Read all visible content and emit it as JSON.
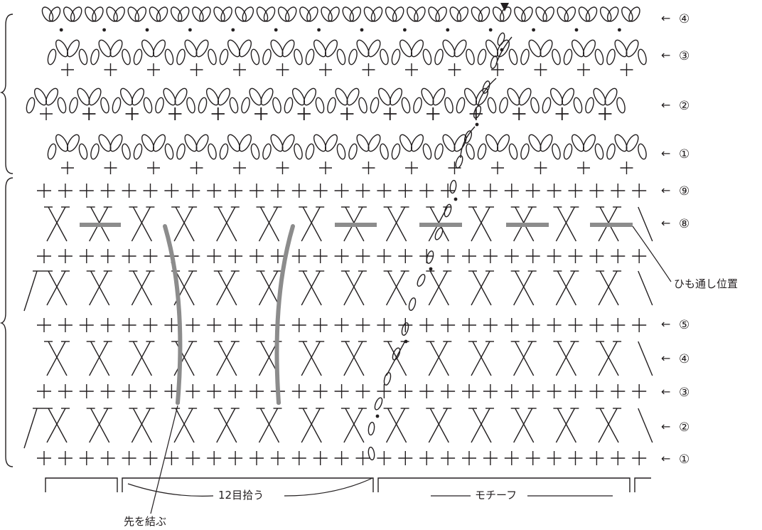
{
  "row_labels": {
    "top": [
      {
        "arrow": "←",
        "num": "④"
      },
      {
        "arrow": "←",
        "num": "③"
      },
      {
        "arrow": "←",
        "num": "②"
      },
      {
        "arrow": "←",
        "num": "①"
      }
    ],
    "bottom": [
      {
        "arrow": "←",
        "num": "⑨"
      },
      {
        "arrow": "←",
        "num": "⑧"
      },
      {
        "arrow": "←",
        "num": "⑤"
      },
      {
        "arrow": "←",
        "num": "④"
      },
      {
        "arrow": "←",
        "num": "③"
      },
      {
        "arrow": "←",
        "num": "②"
      },
      {
        "arrow": "←",
        "num": "①"
      }
    ]
  },
  "annotations": {
    "cord_position": "ひも通し位置",
    "pick_up": "12目拾う",
    "motif": "モチーフ",
    "tie_ends": "先を結ぶ"
  },
  "colors": {
    "ink": "#231f20",
    "cord": "#8c8c8c"
  }
}
